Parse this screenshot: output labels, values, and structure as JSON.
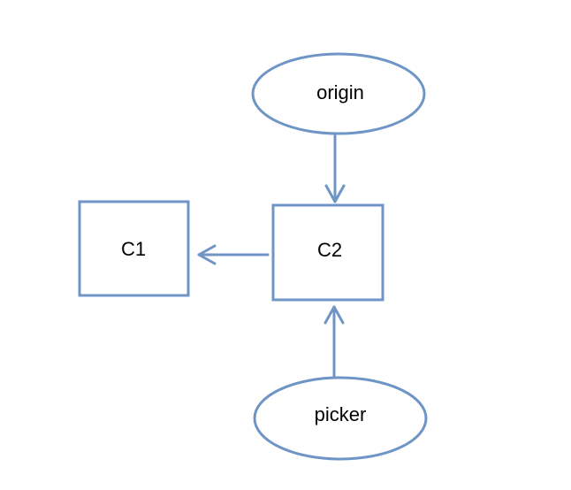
{
  "nodes": {
    "origin": {
      "label": "origin",
      "shape": "ellipse"
    },
    "c2": {
      "label": "C2",
      "shape": "rectangle"
    },
    "c1": {
      "label": "C1",
      "shape": "rectangle"
    },
    "picker": {
      "label": "picker",
      "shape": "ellipse"
    }
  },
  "edges": [
    {
      "from": "origin",
      "to": "c2"
    },
    {
      "from": "c2",
      "to": "c1"
    },
    {
      "from": "picker",
      "to": "c2"
    }
  ],
  "colors": {
    "stroke": "#6f95c6",
    "text": "#000000",
    "background": "#ffffff"
  }
}
